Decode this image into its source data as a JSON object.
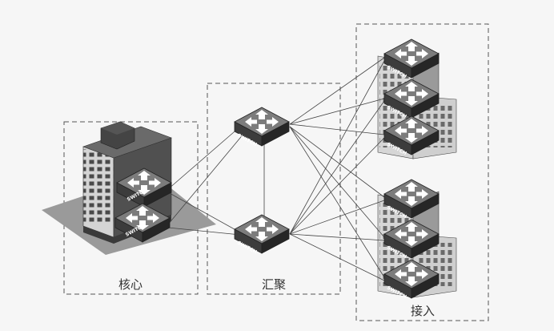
{
  "zones": {
    "core": {
      "label": "核心"
    },
    "aggregation": {
      "label": "汇聚"
    },
    "access": {
      "label": "接入"
    }
  },
  "switch_text": "SWITCH",
  "colors": {
    "switch_top": "#7c7c7c",
    "switch_front": "#3c3c3c",
    "switch_side": "#262626",
    "building_light": "#d8d8d8",
    "building_mid": "#b8b8b8",
    "building_dark": "#5a5a5a",
    "ground": "#9a9a9a",
    "link": "#444444",
    "zone_border": "#555555"
  }
}
